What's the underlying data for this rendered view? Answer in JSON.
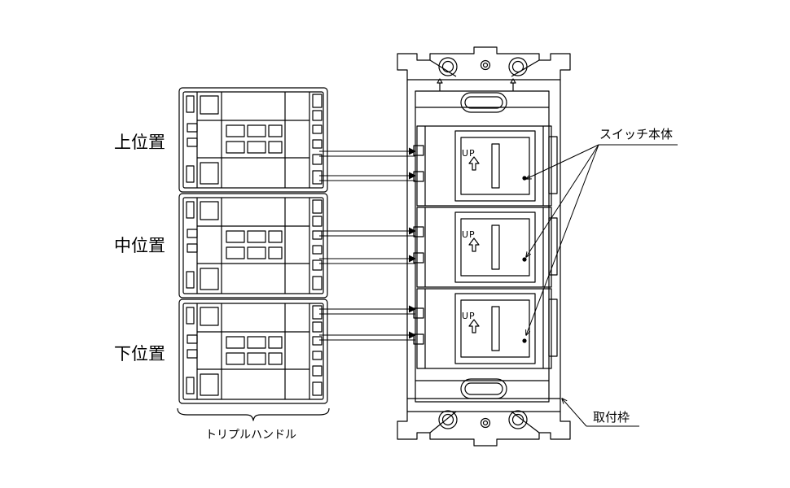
{
  "labels": {
    "upper_position": "上位置",
    "middle_position": "中位置",
    "lower_position": "下位置",
    "triple_handle": "トリプルハンドル",
    "switch_body": "スイッチ本体",
    "mounting_frame": "取付枠"
  },
  "up_marking": "UP",
  "handle_count": 3,
  "switch_count": 3
}
